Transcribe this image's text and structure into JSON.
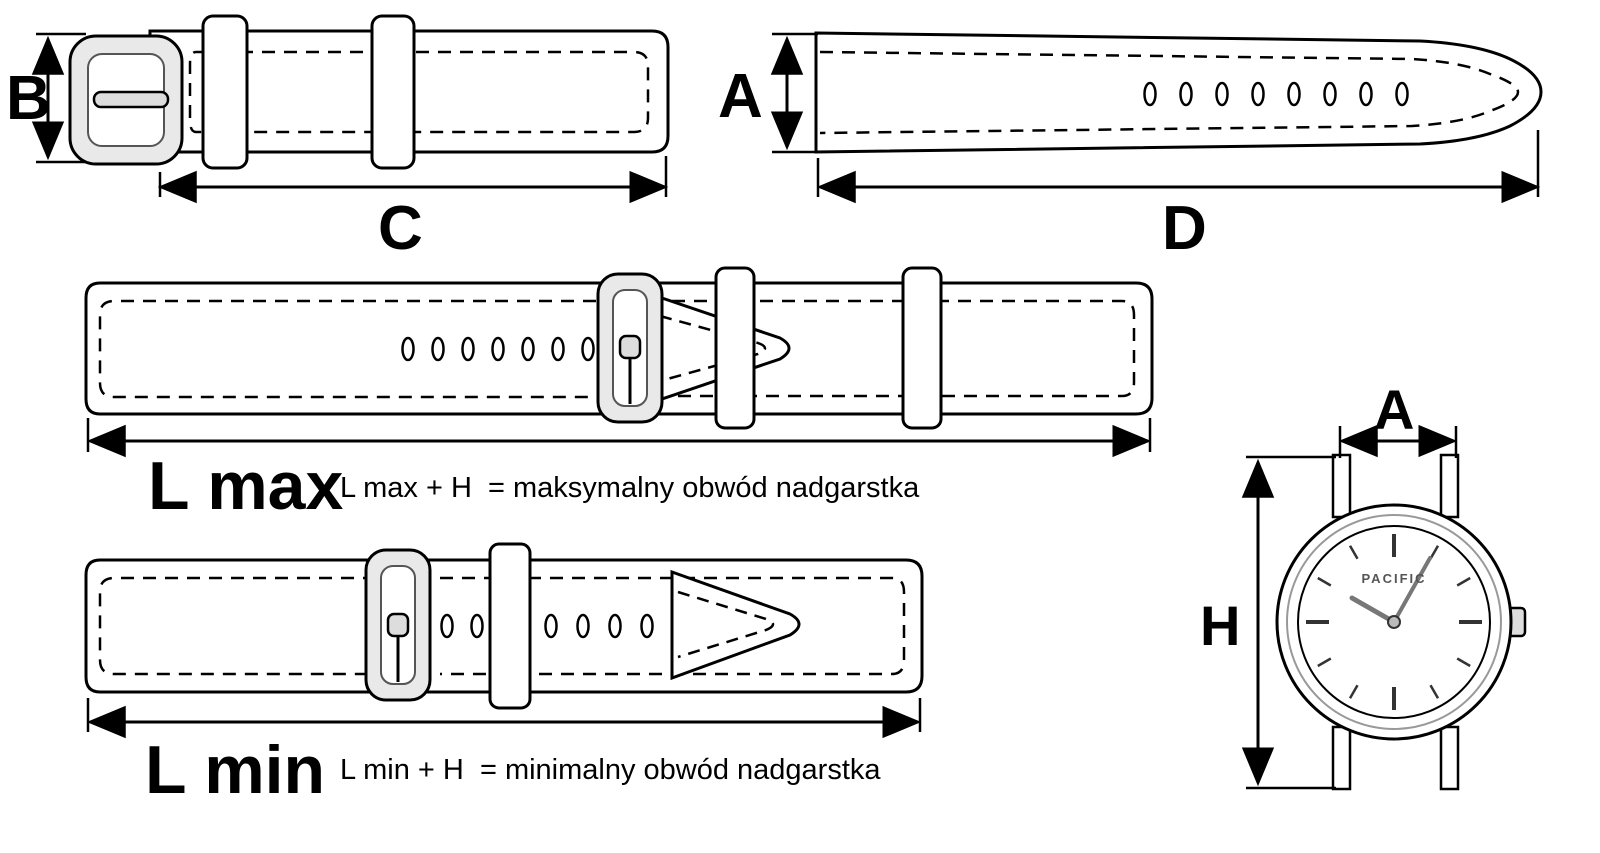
{
  "diagram": {
    "buckle_strap": {
      "dim_width": "B",
      "dim_length": "C"
    },
    "long_strap": {
      "dim_width": "A",
      "dim_length": "D"
    },
    "lmax": {
      "label": "L max",
      "formula": "L max + H  = maksymalny obwód nadgarstka"
    },
    "lmin": {
      "label": "L min",
      "formula": "L min + H  = minimalny obwód nadgarstka"
    },
    "watch": {
      "dim_lug_width": "A",
      "dim_height": "H",
      "brand": "PACIFIC"
    }
  },
  "colors": {
    "line": "#000000",
    "background": "#ffffff",
    "metal_light": "#e9e9e9"
  }
}
